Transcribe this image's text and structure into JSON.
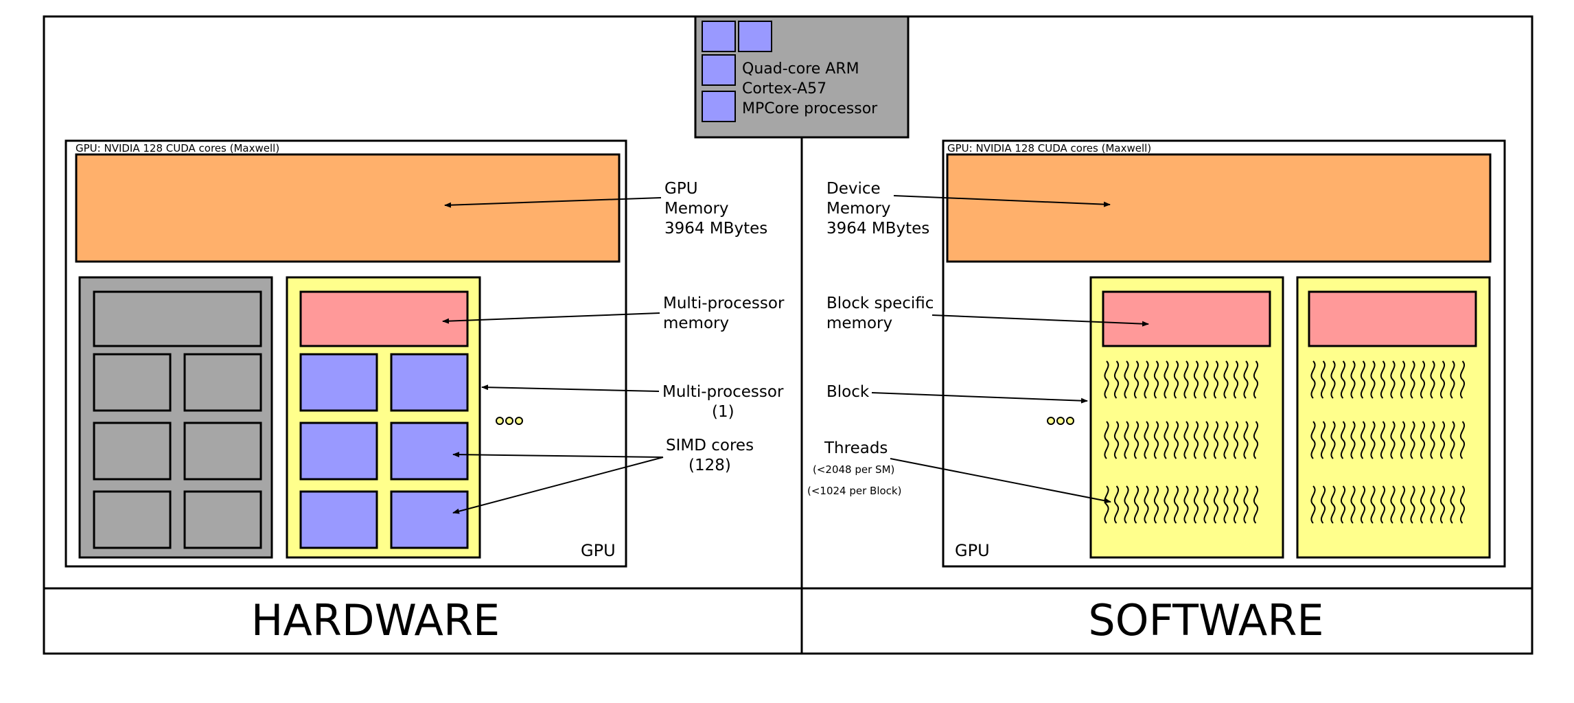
{
  "cpu": {
    "lines": [
      "Quad-core ARM",
      "Cortex-A57",
      "MPCore processor"
    ]
  },
  "hardware": {
    "gpu_title": "GPU: NVIDIA 128 CUDA cores (Maxwell)",
    "gpu_corner": "GPU",
    "mem_lines": [
      "GPU",
      "Memory",
      "3964 MBytes"
    ],
    "mpmem_lines": [
      "Multi-processor",
      "memory"
    ],
    "mp_lines": [
      "Multi-processor",
      "(1)"
    ],
    "simd_lines": [
      "SIMD cores",
      "(128)"
    ],
    "section_label": "HARDWARE"
  },
  "software": {
    "gpu_title": "GPU: NVIDIA 128 CUDA cores (Maxwell)",
    "gpu_corner": "GPU",
    "mem_lines": [
      "Device",
      "Memory",
      "3964 MBytes"
    ],
    "blockmem_lines": [
      "Block specific",
      "memory"
    ],
    "block_label": "Block",
    "threads_label": "Threads",
    "threads_sub1": "(<2048 per SM)",
    "threads_sub2": "(<1024 per Block)",
    "section_label": "SOFTWARE"
  },
  "colors": {
    "memory": "#ffb06b",
    "block_memory": "#ff9999",
    "block": "#ffff8c",
    "core": "#9999ff",
    "gray": "#a6a6a6"
  }
}
